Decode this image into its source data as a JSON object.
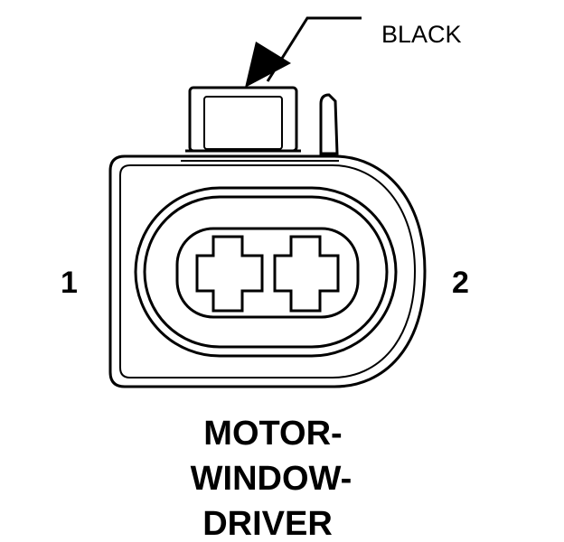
{
  "callout": {
    "color_label": "BLACK"
  },
  "pins": {
    "left_label": "1",
    "right_label": "2"
  },
  "title": {
    "lines": [
      "MOTOR-",
      "WINDOW-",
      "DRIVER"
    ]
  },
  "colors": {
    "stroke": "#000000",
    "background": "#ffffff"
  }
}
